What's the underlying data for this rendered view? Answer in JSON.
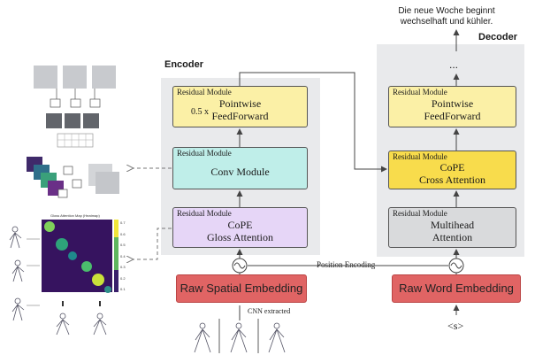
{
  "output_sentence": [
    "Die neue Woche beginnt",
    "wechselhaft und kühler."
  ],
  "encoder": {
    "title": "Encoder",
    "pointwise": {
      "module_label": "Residual Module",
      "factor": "0.5 x",
      "line1": "Pointwise",
      "line2": "FeedForward"
    },
    "conv": {
      "module_label": "Residual Module",
      "line1": "Conv Module"
    },
    "cope": {
      "module_label": "Residual Module",
      "line1": "CoPE",
      "line2": "Gloss Attention"
    },
    "embedding": "Raw Spatial Embedding",
    "cnn_caption": "CNN extracted"
  },
  "decoder": {
    "title": "Decoder",
    "ellipsis": "...",
    "pointwise": {
      "module_label": "Residual Module",
      "line1": "Pointwise",
      "line2": "FeedForward"
    },
    "cross": {
      "module_label": "Residual Module",
      "line1": "CoPE",
      "line2": "Cross Attention"
    },
    "multihead": {
      "module_label": "Residual Module",
      "line1": "Multihead",
      "line2": "Attention"
    },
    "embedding": "Raw Word Embedding",
    "start_token": "<s>"
  },
  "position_encoding": "Position Encoding",
  "attention_map": {
    "title": "Gloss Attention Map (Heatmap)",
    "colorbar_ticks": [
      "0.7",
      "0.6",
      "0.5",
      "0.4",
      "0.3",
      "0.2",
      "0.1"
    ]
  },
  "colors": {
    "panel": "#e9eaec",
    "pointwise": "#fbf0a6",
    "conv": "#bfeee9",
    "cope_gloss": "#e6d6f7",
    "cross_attention": "#f8dc4c",
    "multihead": "#d9dadc",
    "embedding": "#e06464"
  }
}
